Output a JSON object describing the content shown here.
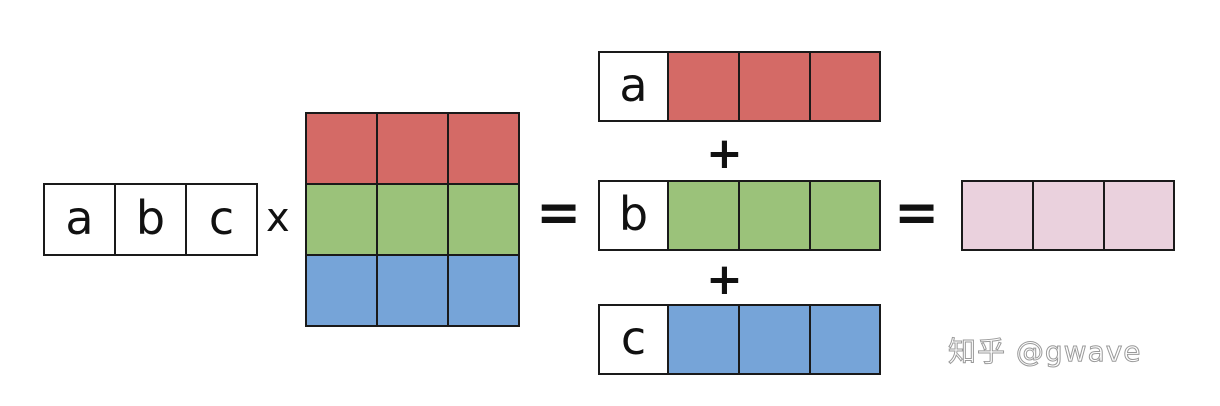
{
  "colors": {
    "row1": "#d46a66",
    "row2": "#9bc27a",
    "row3": "#76a4d8",
    "result": "#ead1dd",
    "border": "#1a1a1a"
  },
  "vector": {
    "a": "a",
    "b": "b",
    "c": "c"
  },
  "operators": {
    "times": "x",
    "equals1": "=",
    "equals2": "=",
    "plus1": "+",
    "plus2": "+"
  },
  "terms": [
    {
      "coef": "a",
      "color_key": "row1"
    },
    {
      "coef": "b",
      "color_key": "row2"
    },
    {
      "coef": "c",
      "color_key": "row3"
    }
  ],
  "watermark": "知乎 @gwave"
}
